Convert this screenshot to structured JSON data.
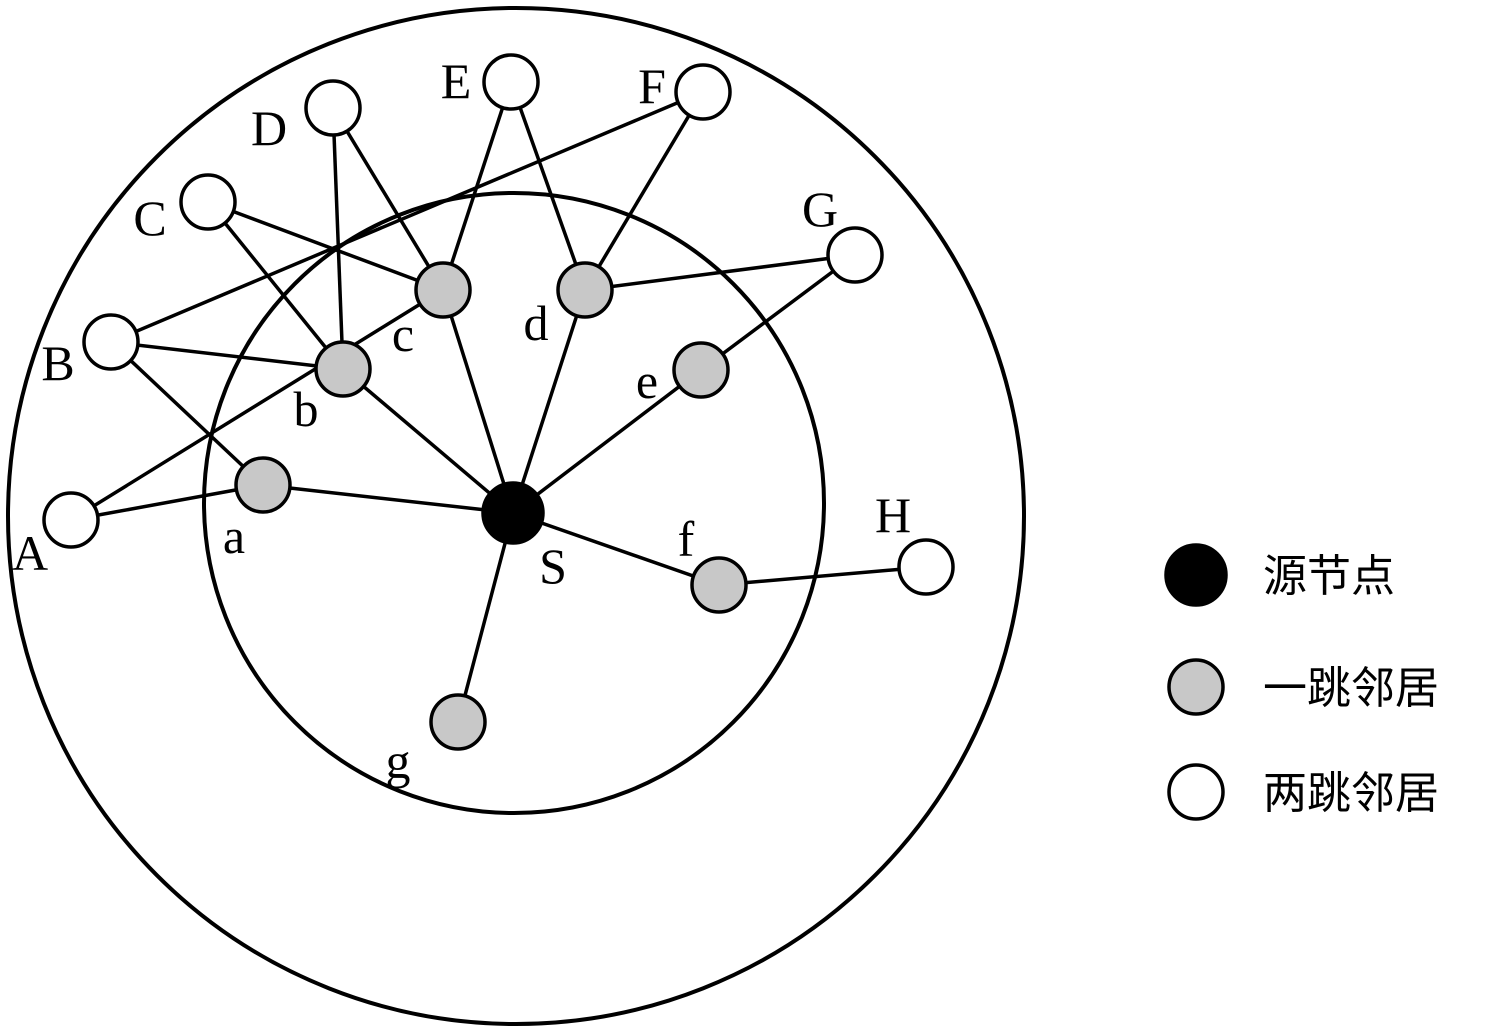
{
  "colors": {
    "source": "#000000",
    "one_hop": "#c8c8c8",
    "two_hop": "#ffffff",
    "stroke": "#000000"
  },
  "nodes": [
    {
      "id": "S",
      "label": "S",
      "kind": "source"
    },
    {
      "id": "a",
      "label": "a",
      "kind": "one_hop"
    },
    {
      "id": "b",
      "label": "b",
      "kind": "one_hop"
    },
    {
      "id": "c",
      "label": "c",
      "kind": "one_hop"
    },
    {
      "id": "d",
      "label": "d",
      "kind": "one_hop"
    },
    {
      "id": "e",
      "label": "e",
      "kind": "one_hop"
    },
    {
      "id": "f",
      "label": "f",
      "kind": "one_hop"
    },
    {
      "id": "g",
      "label": "g",
      "kind": "one_hop"
    },
    {
      "id": "A",
      "label": "A",
      "kind": "two_hop"
    },
    {
      "id": "B",
      "label": "B",
      "kind": "two_hop"
    },
    {
      "id": "C",
      "label": "C",
      "kind": "two_hop"
    },
    {
      "id": "D",
      "label": "D",
      "kind": "two_hop"
    },
    {
      "id": "E",
      "label": "E",
      "kind": "two_hop"
    },
    {
      "id": "F",
      "label": "F",
      "kind": "two_hop"
    },
    {
      "id": "G",
      "label": "G",
      "kind": "two_hop"
    },
    {
      "id": "H",
      "label": "H",
      "kind": "two_hop"
    }
  ],
  "edges": [
    [
      "S",
      "a"
    ],
    [
      "S",
      "b"
    ],
    [
      "S",
      "c"
    ],
    [
      "S",
      "d"
    ],
    [
      "S",
      "e"
    ],
    [
      "S",
      "f"
    ],
    [
      "S",
      "g"
    ],
    [
      "A",
      "a"
    ],
    [
      "A",
      "c"
    ],
    [
      "B",
      "b"
    ],
    [
      "B",
      "a"
    ],
    [
      "B",
      "F"
    ],
    [
      "C",
      "c"
    ],
    [
      "C",
      "b"
    ],
    [
      "D",
      "b"
    ],
    [
      "D",
      "c"
    ],
    [
      "E",
      "c"
    ],
    [
      "E",
      "d"
    ],
    [
      "F",
      "d"
    ],
    [
      "G",
      "d"
    ],
    [
      "G",
      "e"
    ],
    [
      "f",
      "H"
    ]
  ],
  "legend": [
    {
      "kind": "source",
      "label": "源节点"
    },
    {
      "kind": "one_hop",
      "label": "一跳邻居"
    },
    {
      "kind": "two_hop",
      "label": "两跳邻居"
    }
  ]
}
